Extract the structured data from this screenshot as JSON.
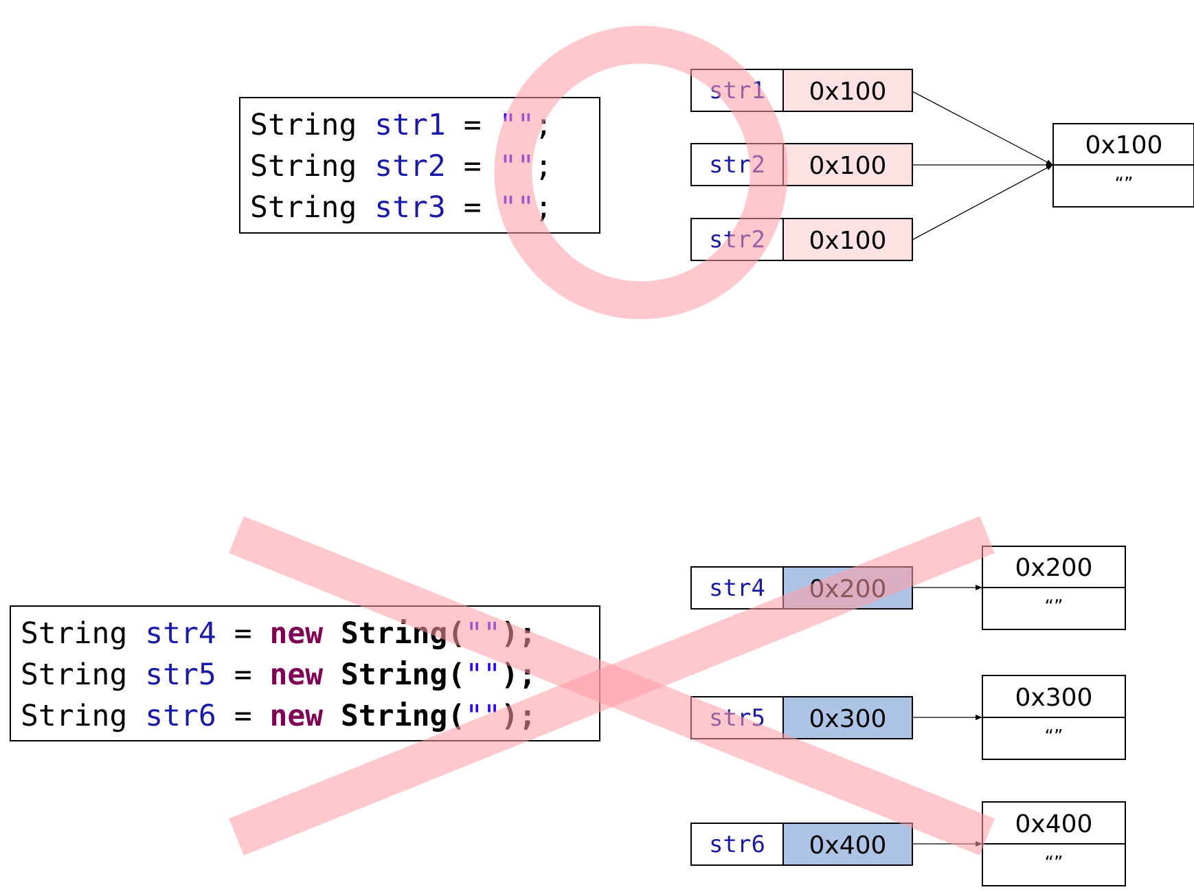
{
  "colors": {
    "keyword_type": "#000000",
    "variable": "#1a1aa8",
    "string_literal": "#2a00ff",
    "new_keyword": "#7f0055",
    "pink_fill": "#fde2e4",
    "blue_fill": "#adc4e6",
    "overlay_red": "#ff9aa2"
  },
  "top": {
    "code": {
      "lines": [
        {
          "type": "String",
          "var": "str1",
          "eq": "=",
          "literal": "\"\"",
          "semi": ";"
        },
        {
          "type": "String",
          "var": "str2",
          "eq": "=",
          "literal": "\"\"",
          "semi": ";"
        },
        {
          "type": "String",
          "var": "str3",
          "eq": "=",
          "literal": "\"\"",
          "semi": ";"
        }
      ]
    },
    "refs": [
      {
        "name": "str1",
        "addr": "0x100"
      },
      {
        "name": "str2",
        "addr": "0x100"
      },
      {
        "name": "str2",
        "addr": "0x100"
      }
    ],
    "object": {
      "addr": "0x100",
      "value": "“”"
    },
    "overlay": "circle-icon"
  },
  "bottom": {
    "code": {
      "lines": [
        {
          "type": "String",
          "var": "str4",
          "eq": "=",
          "kw": "new",
          "ctor": "String(",
          "literal": "\"\"",
          "close": ");"
        },
        {
          "type": "String",
          "var": "str5",
          "eq": "=",
          "kw": "new",
          "ctor": "String(",
          "literal": "\"\"",
          "close": ");"
        },
        {
          "type": "String",
          "var": "str6",
          "eq": "=",
          "kw": "new",
          "ctor": "String(",
          "literal": "\"\"",
          "close": ");"
        }
      ]
    },
    "refs": [
      {
        "name": "str4",
        "addr": "0x200"
      },
      {
        "name": "str5",
        "addr": "0x300"
      },
      {
        "name": "str6",
        "addr": "0x400"
      }
    ],
    "objects": [
      {
        "addr": "0x200",
        "value": "“”"
      },
      {
        "addr": "0x300",
        "value": "“”"
      },
      {
        "addr": "0x400",
        "value": "“”"
      }
    ],
    "overlay": "cross-icon"
  }
}
